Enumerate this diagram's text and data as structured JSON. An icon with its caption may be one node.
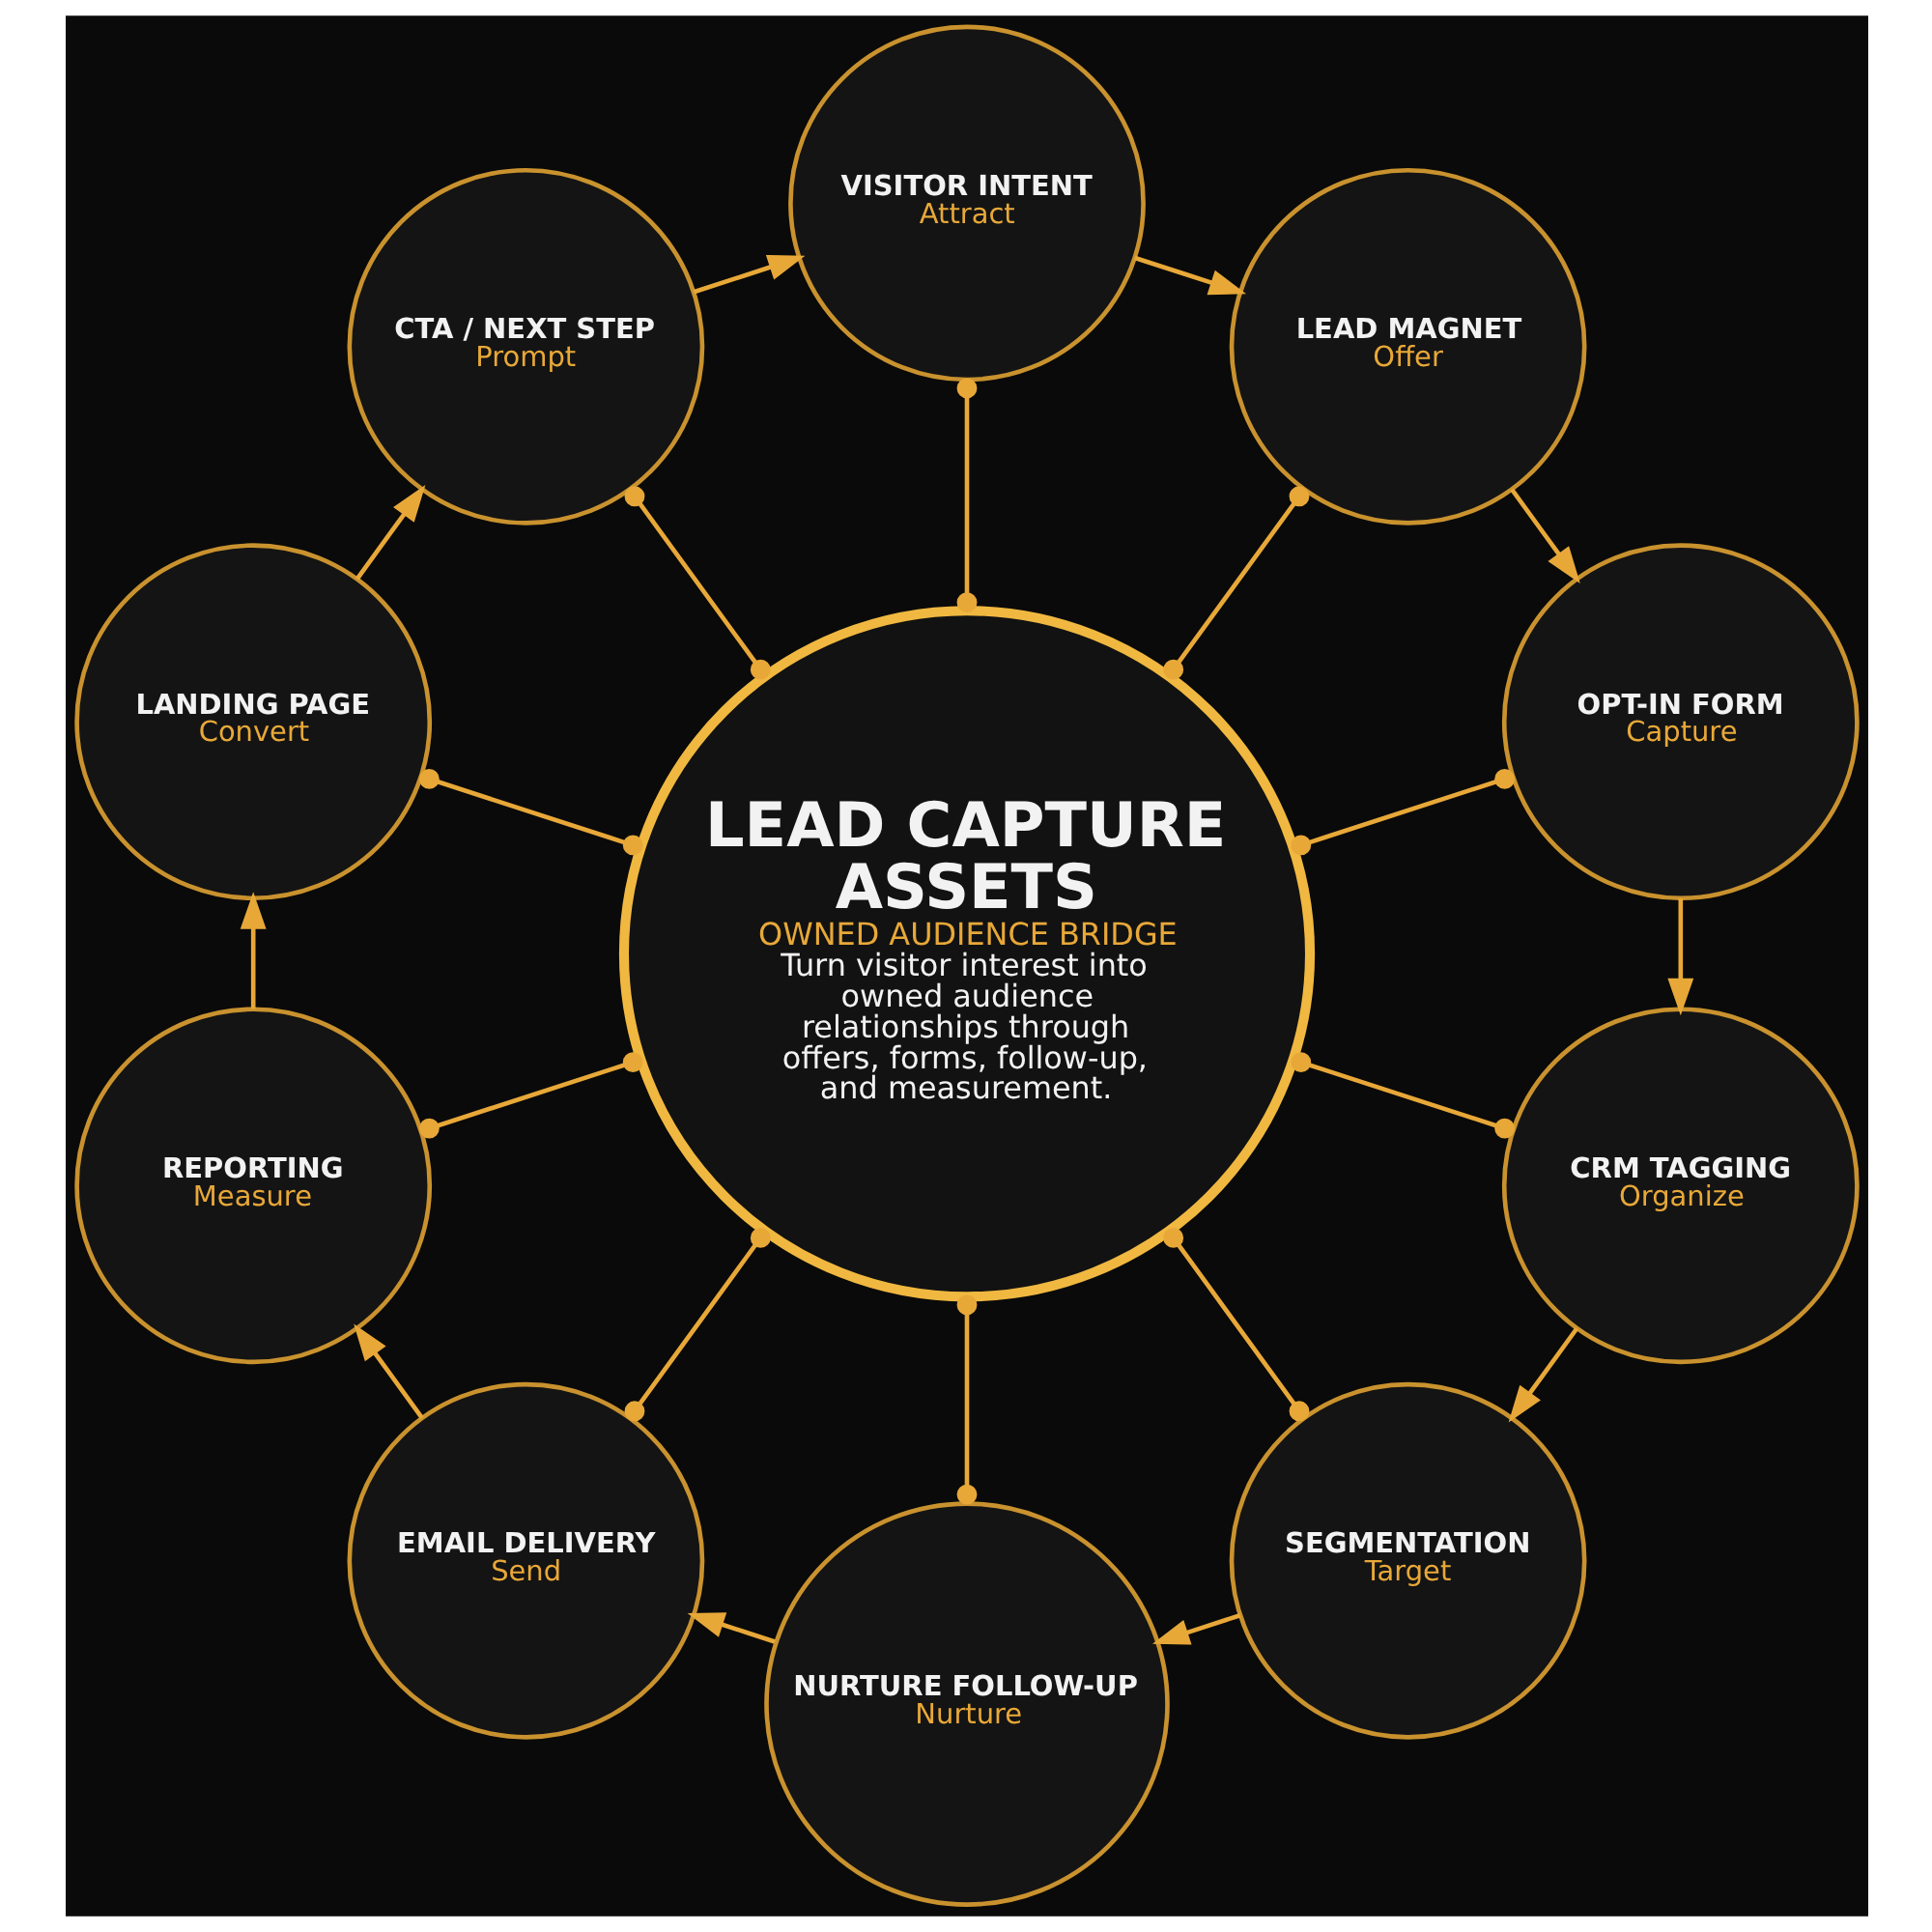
{
  "diagram": {
    "nodes": [
      {
        "text": [
          "LEAD CAPTURE ASSETS",
          "OWNED AUDIENCE BRIDGE",
          "Turn visitor interest into owned audience relationships through offers, forms, follow-up, and measurement."
        ]
      },
      {
        "text": [
          "VISITOR INTENT",
          "Attract"
        ]
      },
      {
        "text": [
          "LEAD MAGNET",
          "Offer"
        ]
      },
      {
        "text": [
          "OPT-IN FORM",
          "Capture"
        ]
      },
      {
        "text": [
          "CRM TAGGING",
          "Organize"
        ]
      },
      {
        "text": [
          "SEGMENTATION",
          "Target"
        ]
      },
      {
        "text": [
          "NURTURE FOLLOW-UP",
          "Nurture"
        ]
      },
      {
        "text": [
          "EMAIL DELIVERY",
          "Send"
        ]
      },
      {
        "text": [
          "REPORTING",
          "Measure"
        ]
      },
      {
        "text": [
          "LANDING PAGE",
          "Convert"
        ]
      },
      {
        "text": [
          "CTA / NEXT STEP",
          "Prompt"
        ]
      }
    ],
    "edges": [
      {
        "from": 0,
        "to": 1,
        "arrow": "other"
      },
      {
        "from": 0,
        "to": 2,
        "arrow": "other"
      },
      {
        "from": 0,
        "to": 3,
        "arrow": "other"
      },
      {
        "from": 0,
        "to": 4,
        "arrow": "other"
      },
      {
        "from": 0,
        "to": 5,
        "arrow": "other"
      },
      {
        "from": 0,
        "to": 6,
        "arrow": "other"
      },
      {
        "from": 0,
        "to": 7,
        "arrow": "other"
      },
      {
        "from": 0,
        "to": 8,
        "arrow": "other"
      },
      {
        "from": 0,
        "to": 9,
        "arrow": "other"
      },
      {
        "from": 0,
        "to": 10,
        "arrow": "other"
      },
      {
        "from": 1,
        "to": 2,
        "arrow": "to"
      },
      {
        "from": 2,
        "to": 3,
        "arrow": "to"
      },
      {
        "from": 3,
        "to": 4,
        "arrow": "to"
      },
      {
        "from": 4,
        "to": 5,
        "arrow": "to"
      },
      {
        "from": 5,
        "to": 6,
        "arrow": "to"
      },
      {
        "from": 6,
        "to": 7,
        "arrow": "to"
      },
      {
        "from": 7,
        "to": 8,
        "arrow": "to"
      },
      {
        "from": 8,
        "to": 9,
        "arrow": "to"
      },
      {
        "from": 9,
        "to": 10,
        "arrow": "to"
      },
      {
        "from": 10,
        "to": 1,
        "arrow": "to"
      }
    ]
  }
}
